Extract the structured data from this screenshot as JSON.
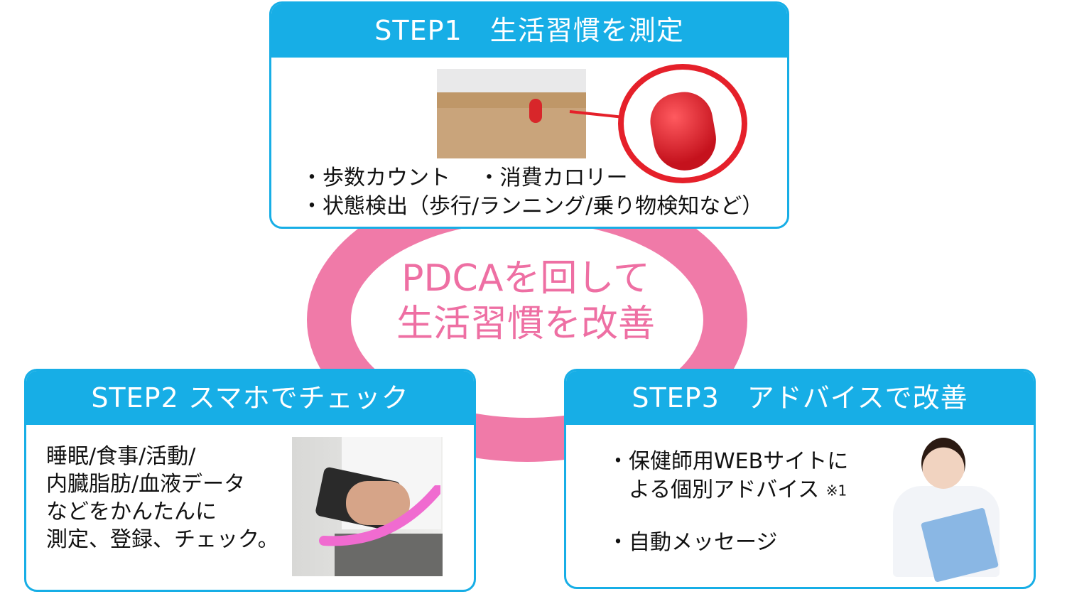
{
  "center": {
    "line1": "PDCAを回して",
    "line2": "生活習慣を改善"
  },
  "step1": {
    "title": "STEP1　生活習慣を測定",
    "bullet_a": "・歩数カウント　 ・消費カロリー",
    "bullet_b": "・状態検出（歩行/ランニング/乗り物検知など）"
  },
  "step2": {
    "title": "STEP2  スマホでチェック",
    "line1": "睡眠/食事/活動/",
    "line2": "内臓脂肪/血液データ",
    "line3": "などをかんたんに",
    "line4": "測定、登録、チェック。"
  },
  "step3": {
    "title": "STEP3　アドバイスで改善",
    "bullet_a1": "・保健師用WEBサイトに",
    "bullet_a2": "　よる個別アドバイス",
    "note": "※1",
    "bullet_b": "・自動メッセージ"
  },
  "colors": {
    "accent_blue": "#17aee6",
    "ring_pink": "#f07aa8",
    "center_text_pink": "#ee6fa3",
    "device_red": "#e5202a"
  }
}
